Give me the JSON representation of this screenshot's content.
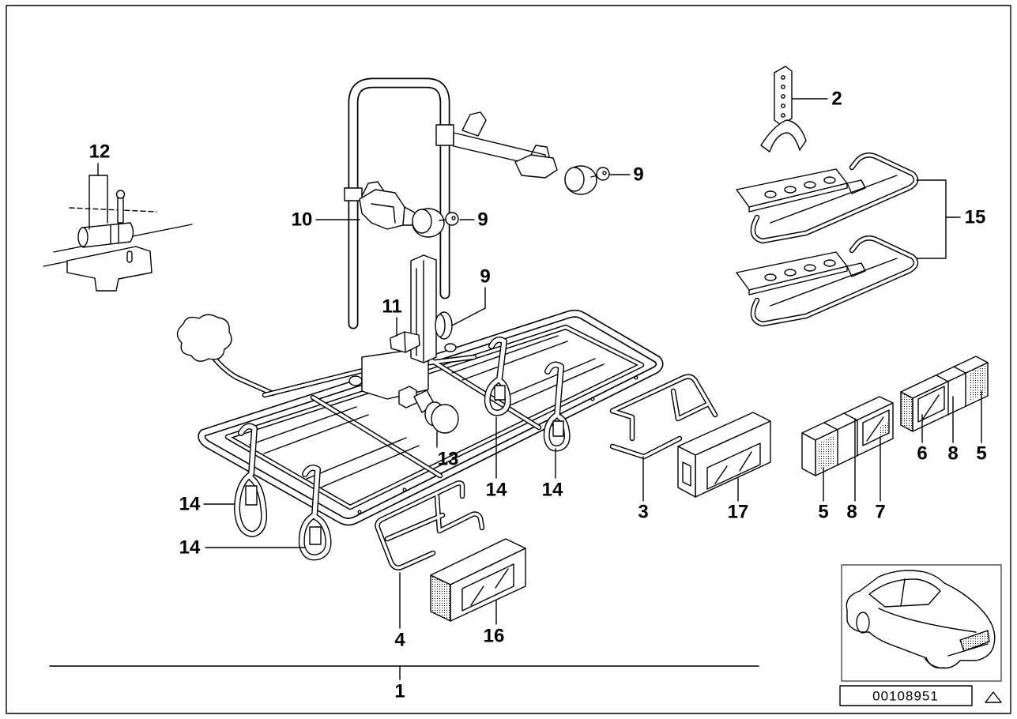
{
  "callouts": [
    "12",
    "10",
    "9",
    "9",
    "9",
    "11",
    "2",
    "15",
    "13",
    "14",
    "14",
    "14",
    "14",
    "3",
    "17",
    "5",
    "8",
    "7",
    "6",
    "8",
    "5",
    "4",
    "16",
    "1"
  ],
  "reference_number": "00108951",
  "icons": {
    "corner_symbol": "triangle-icon"
  },
  "colors": {
    "line": "#000000",
    "background": "#ffffff"
  }
}
